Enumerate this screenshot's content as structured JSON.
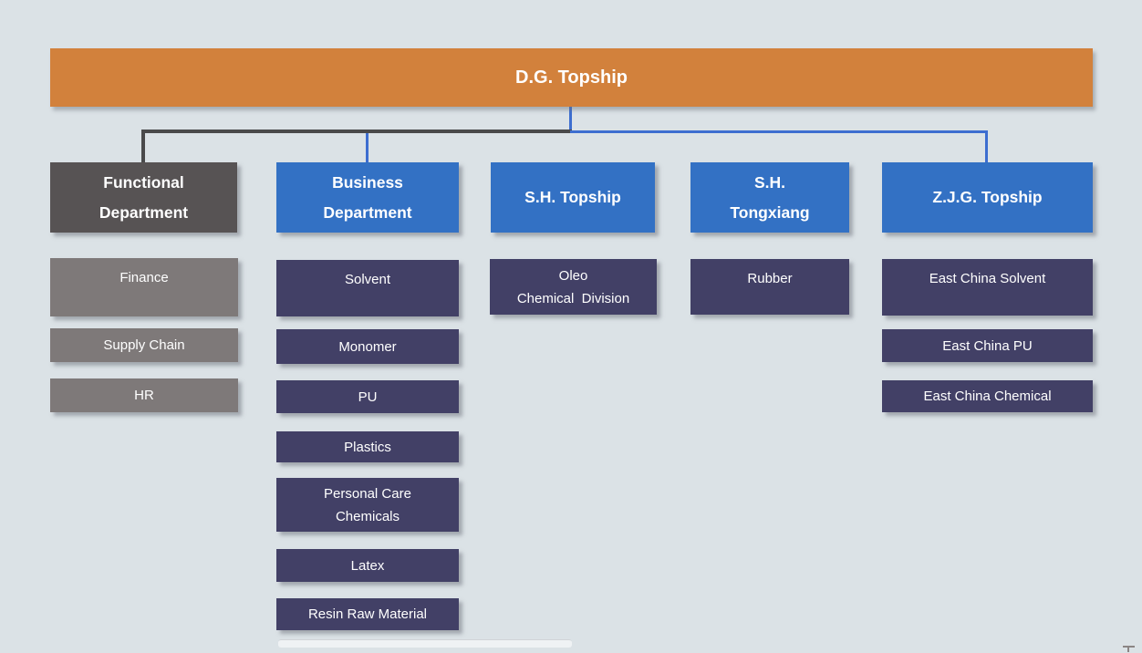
{
  "palette": {
    "background": "#dbe2e6",
    "root_orange": "#d2813c",
    "header_blue": "#3371c4",
    "header_dark_gray": "#575354",
    "sub_gray": "#7e7979",
    "sub_navy": "#424066",
    "connector_gray": "#4a4a4b",
    "connector_blue": "#3d6ed0",
    "text": "#ffffff"
  },
  "chart": {
    "root": {
      "label": "D.G. Topship"
    },
    "columns": [
      {
        "header": {
          "label": "Functional\nDepartment"
        },
        "children": [
          {
            "label": "Finance"
          },
          {
            "label": "Supply Chain"
          },
          {
            "label": "HR"
          }
        ]
      },
      {
        "header": {
          "label": "Business\nDepartment"
        },
        "children": [
          {
            "label": "Solvent"
          },
          {
            "label": "Monomer"
          },
          {
            "label": "PU"
          },
          {
            "label": "Plastics"
          },
          {
            "label": "Personal Care\nChemicals"
          },
          {
            "label": "Latex"
          },
          {
            "label": "Resin Raw Material"
          }
        ]
      },
      {
        "header": {
          "label": "S.H. Topship"
        },
        "children": [
          {
            "label": "Oleo\nChemical  Division"
          }
        ]
      },
      {
        "header": {
          "label": "S.H.\nTongxiang"
        },
        "children": [
          {
            "label": "Rubber"
          }
        ]
      },
      {
        "header": {
          "label": "Z.J.G. Topship"
        },
        "children": [
          {
            "label": "East China Solvent"
          },
          {
            "label": "East China PU"
          },
          {
            "label": "East China Chemical"
          }
        ]
      }
    ]
  }
}
